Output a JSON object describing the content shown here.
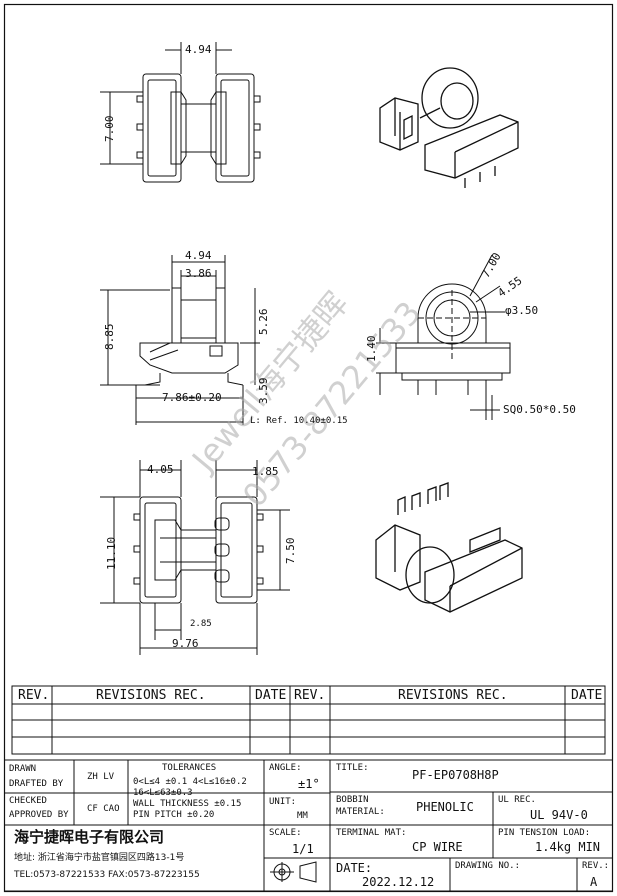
{
  "watermark": {
    "line1": "Jewell海宁捷晖",
    "line2": "0573-87221533"
  },
  "dims": {
    "top_width": "4.94",
    "top_height": "7.00",
    "front_width": "4.94",
    "front_inner": "3.86",
    "front_height": "8.85",
    "front_inner_height": "5.26",
    "front_bottom": "3.59",
    "front_base_width": "7.86±0.20",
    "pin_length": "L: Ref. 10.40±0.15",
    "side_7_00": "7.00",
    "side_4_55": "4.55",
    "side_dia": "φ3.50",
    "side_1_40": "1.40",
    "pin_sq": "SQ0.50*0.50",
    "bottom_left": "4.05",
    "bottom_right": "1.85",
    "bottom_height": "11.10",
    "bottom_inner_h": "7.50",
    "bottom_pitch": "2.85",
    "bottom_width": "9.76"
  },
  "revisions": {
    "rev_header": "REV.",
    "rec_header": "REVISIONS  REC.",
    "date_header": "DATE"
  },
  "title_block": {
    "drawn_label": "DRAWN",
    "drafted_label": "DRAFTED BY",
    "drafted_by": "ZH LV",
    "checked_label": "CHECKED",
    "approved_label": "APPROVED BY",
    "approved_by": "CF CAO",
    "tol_header": "TOLERANCES",
    "tol_line1": "0<L≤4 ±0.1 4<L≤16±0.2",
    "tol_line2": "16<L≤63±0.3",
    "tol_line3": "WALL THICKNESS ±0.15",
    "tol_line4": "PIN PITCH ±0.20",
    "angle_label": "ANGLE:",
    "angle_value": "±1°",
    "unit_label": "UNIT:",
    "unit_value": "MM",
    "scale_label": "SCALE:",
    "scale_value": "1/1",
    "title_label": "TITLE:",
    "title_value": "PF-EP0708H8P",
    "bobbin_label": "BOBBIN",
    "material_label": "MATERIAL:",
    "material_value": "PHENOLIC",
    "ul_label": "UL REC.",
    "ul_value": "UL 94V-0",
    "terminal_label": "TERMINAL MAT:",
    "terminal_value": "CP WIRE",
    "tension_label": "PIN TENSION LOAD:",
    "tension_value": "1.4kg MIN",
    "date_label": "DATE:",
    "date_value": "2022.12.12",
    "drawing_no_label": "DRAWING NO.:",
    "rev_label": "REV.:",
    "rev_value": "A",
    "company": "海宁捷晖电子有限公司",
    "address": "地址: 浙江省海宁市盐官镇园区四路13-1号",
    "tel": "TEL:0573-87221533 FAX:0573-87223155"
  }
}
